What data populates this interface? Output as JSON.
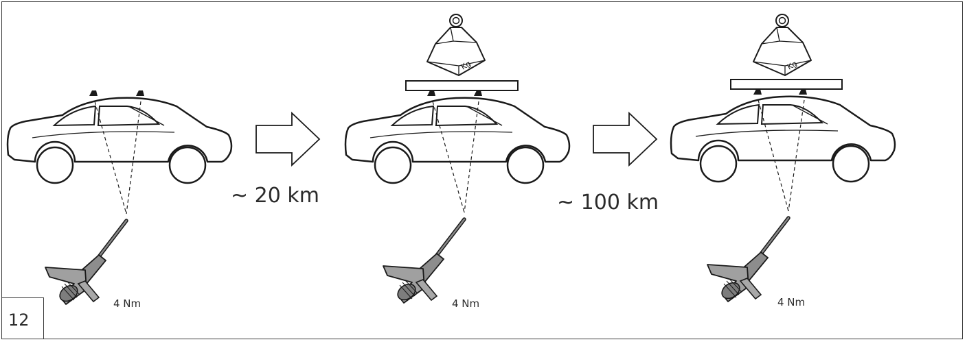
{
  "step": {
    "number": "12"
  },
  "panels": [
    {
      "id": "initial",
      "torque_label": "4 Nm",
      "roof_load": false
    },
    {
      "id": "after-first-drive",
      "torque_label": "4 Nm",
      "roof_load": true,
      "weight_label": "Kg"
    },
    {
      "id": "after-second-drive",
      "torque_label": "4 Nm",
      "roof_load": true,
      "weight_label": "Kg"
    }
  ],
  "transitions": [
    {
      "distance_label": "~ 20 km"
    },
    {
      "distance_label": "~ 100 km"
    }
  ],
  "icons": [
    "car-icon",
    "arrow-right-icon",
    "weight-icon",
    "roof-bar-icon",
    "torque-wrench-icon"
  ]
}
